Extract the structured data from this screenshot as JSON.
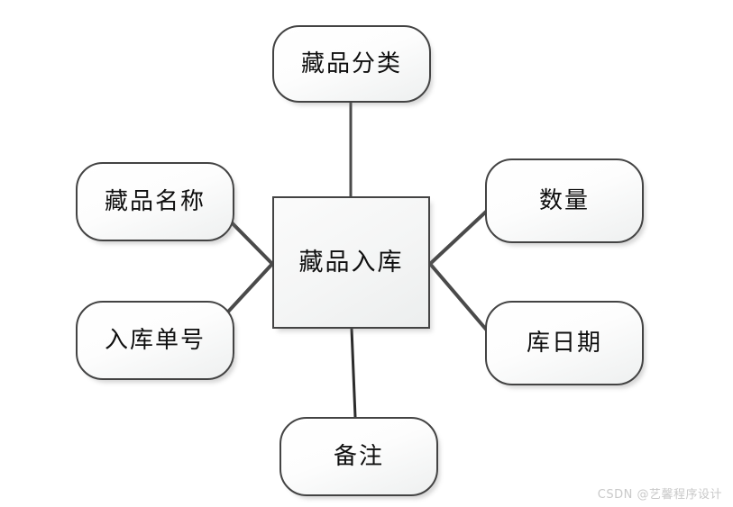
{
  "diagram": {
    "type": "entity-attribute-diagram",
    "title_visible": false,
    "background_color": "#ffffff",
    "line_color": "#4a4a4a",
    "node_border_color": "#434343",
    "node_fill_color": "#f7f8f8",
    "text_color": "#0f0f0f",
    "entity": {
      "id": "entity",
      "label": "藏品入库",
      "shape": "rectangle"
    },
    "attributes": [
      {
        "id": "category",
        "label": "藏品分类",
        "shape": "rounded-rectangle",
        "position": "top"
      },
      {
        "id": "name",
        "label": "藏品名称",
        "shape": "rounded-rectangle",
        "position": "left-upper"
      },
      {
        "id": "docno",
        "label": "入库单号",
        "shape": "rounded-rectangle",
        "position": "left-lower"
      },
      {
        "id": "quantity",
        "label": "数量",
        "shape": "rounded-rectangle",
        "position": "right-upper"
      },
      {
        "id": "date",
        "label": "库日期",
        "shape": "rounded-rectangle",
        "position": "right-lower"
      },
      {
        "id": "remark",
        "label": "备注",
        "shape": "rounded-rectangle",
        "position": "bottom"
      }
    ],
    "connections": [
      {
        "from": "category",
        "to": "entity"
      },
      {
        "from": "name",
        "to": "entity"
      },
      {
        "from": "docno",
        "to": "entity"
      },
      {
        "from": "quantity",
        "to": "entity"
      },
      {
        "from": "date",
        "to": "entity"
      },
      {
        "from": "remark",
        "to": "entity"
      }
    ]
  },
  "watermark": {
    "text": "CSDN @艺馨程序设计"
  }
}
